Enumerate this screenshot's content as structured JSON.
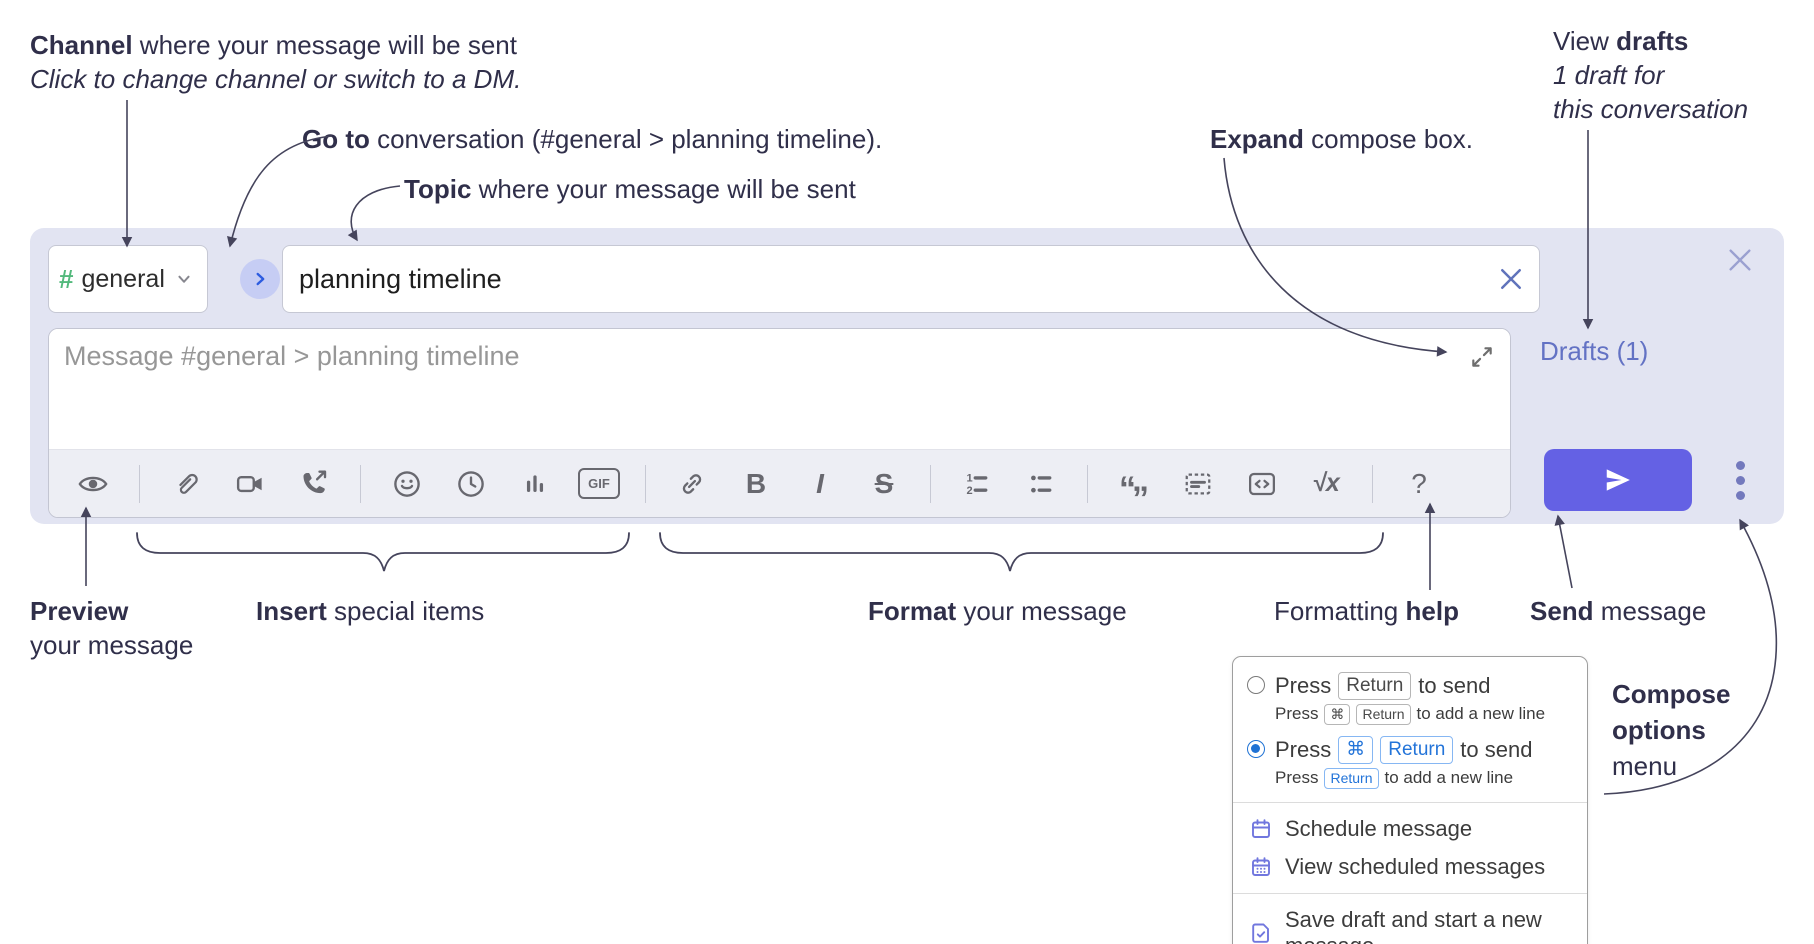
{
  "annotations": {
    "channel": {
      "bold": "Channel",
      "rest": " where your message will be sent",
      "line2": "Click to change channel or switch to a DM."
    },
    "goto": {
      "bold": "Go to",
      "rest": " conversation (#general > planning timeline)."
    },
    "topic": {
      "bold": "Topic",
      "rest": " where your message will be sent"
    },
    "expand": {
      "bold": "Expand",
      "rest": " compose box."
    },
    "view_drafts": {
      "pre": "View ",
      "bold": "drafts",
      "line2": "1 draft for",
      "line3": "this conversation"
    },
    "preview": {
      "bold": "Preview",
      "line2": "your message"
    },
    "insert": {
      "bold": "Insert",
      "rest": " special items"
    },
    "format": {
      "bold": "Format",
      "rest": " your message"
    },
    "help": {
      "pre": "Formatting ",
      "bold": "help"
    },
    "send": {
      "bold": "Send",
      "rest": " message"
    },
    "compose_options": {
      "line1": "Compose",
      "line2": "options",
      "line3": "menu"
    }
  },
  "compose": {
    "channel_name": "general",
    "channel_hash": "#",
    "topic_value": "planning timeline",
    "message_placeholder": "Message #general > planning timeline",
    "drafts_label": "Drafts (1)",
    "toolbar": {
      "gif": "GIF",
      "bold": "B",
      "italic": "I",
      "strike": "S",
      "quote_open": "“",
      "quote_close": "”",
      "math": "√x",
      "help": "?"
    }
  },
  "menu": {
    "option_return": {
      "press": "Press",
      "key": "Return",
      "tail": "to send",
      "sub_press": "Press",
      "sub_key1": "⌘",
      "sub_key2": "Return",
      "sub_tail": "to add a new line"
    },
    "option_cmd_return": {
      "press": "Press",
      "key1": "⌘",
      "key2": "Return",
      "tail": "to send",
      "sub_press": "Press",
      "sub_key": "Return",
      "sub_tail": "to add a new line"
    },
    "schedule": "Schedule message",
    "view_scheduled": "View scheduled messages",
    "save_draft": "Save draft and start a new message"
  },
  "colors": {
    "panel_bg": "#e2e4f2",
    "toolbar_bg": "#edeef4",
    "send_button": "#6461e4",
    "drafts_link": "#6372c4",
    "hash_green": "#53b97c",
    "goto_circle_bg": "#c6cdf4",
    "goto_chevron": "#2d5ce0",
    "radio_selected": "#1f72d4",
    "menu_icon_purple": "#7177de",
    "annotation_text": "#302f4a"
  }
}
